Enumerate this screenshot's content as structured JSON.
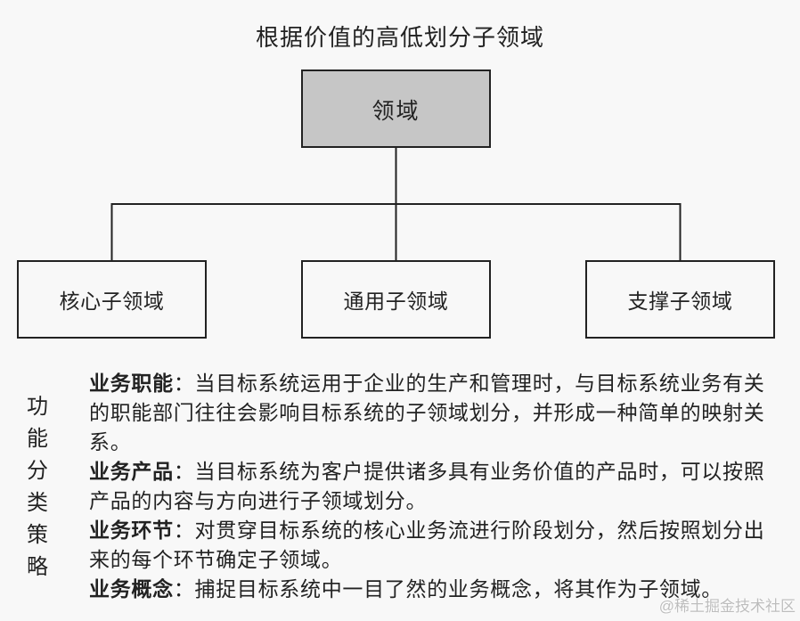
{
  "title": "根据价值的高低划分子领域",
  "root": {
    "label": "领域"
  },
  "children": [
    {
      "label": "核心子领域"
    },
    {
      "label": "通用子领域"
    },
    {
      "label": "支撑子领域"
    }
  ],
  "strategy": {
    "heading": "功能分类策略",
    "items": [
      {
        "label": "业务职能",
        "text": "：当目标系统运用于企业的生产和管理时，与目标系统业务有关的职能部门往往会影响目标系统的子领域划分，并形成一种简单的映射关系。"
      },
      {
        "label": "业务产品",
        "text": "：当目标系统为客户提供诸多具有业务价值的产品时，可以按照产品的内容与方向进行子领域划分。"
      },
      {
        "label": "业务环节",
        "text": "：对贯穿目标系统的核心业务流进行阶段划分，然后按照划分出来的每个环节确定子领域。"
      },
      {
        "label": "业务概念",
        "text": "：捕捉目标系统中一目了然的业务概念，将其作为子领域。"
      }
    ]
  },
  "watermark": "@稀土掘金技术社区",
  "colors": {
    "root_fill": "#c6c6c6",
    "line": "#222222"
  }
}
